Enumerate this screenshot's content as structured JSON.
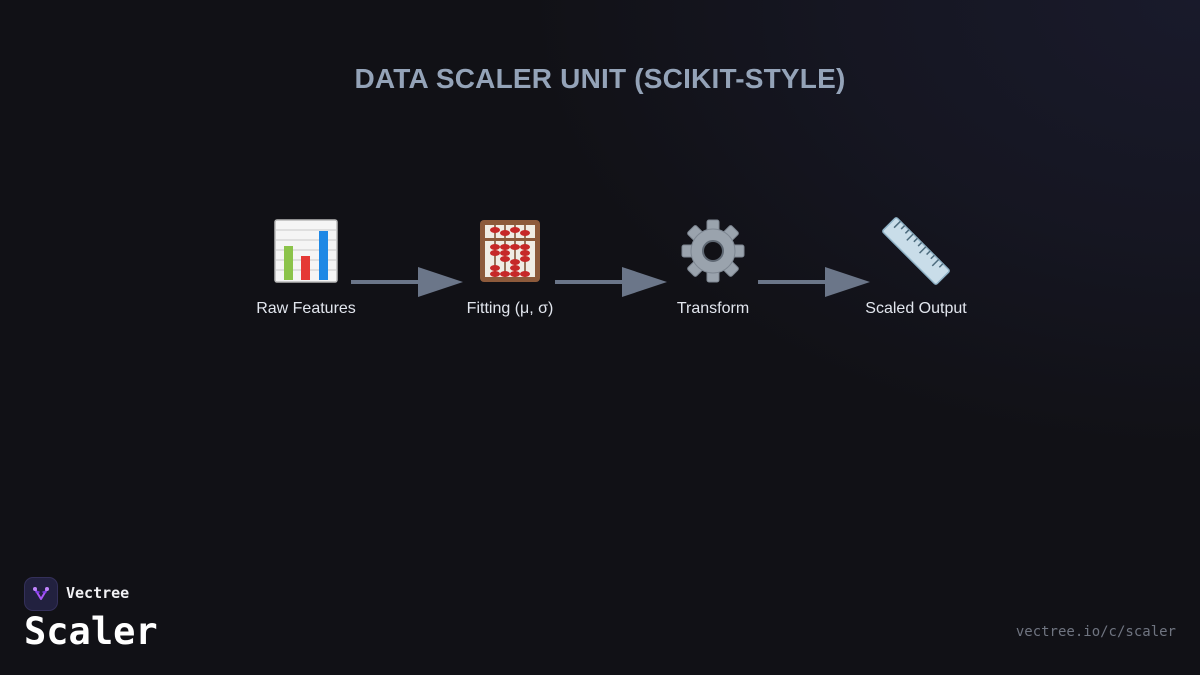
{
  "title": "DATA SCALER UNIT (SCIKIT-STYLE)",
  "pipeline": {
    "stages": [
      {
        "label": "Raw Features",
        "icon": "bar-chart-icon"
      },
      {
        "label": "Fitting (μ, σ)",
        "icon": "abacus-icon"
      },
      {
        "label": "Transform",
        "icon": "gear-icon"
      },
      {
        "label": "Scaled Output",
        "icon": "ruler-icon"
      }
    ],
    "arrow_color": "#6b7689"
  },
  "footer": {
    "brand": "Vectree",
    "product": "Scaler",
    "url": "vectree.io/c/scaler",
    "logo_color": "#7c3aed"
  }
}
